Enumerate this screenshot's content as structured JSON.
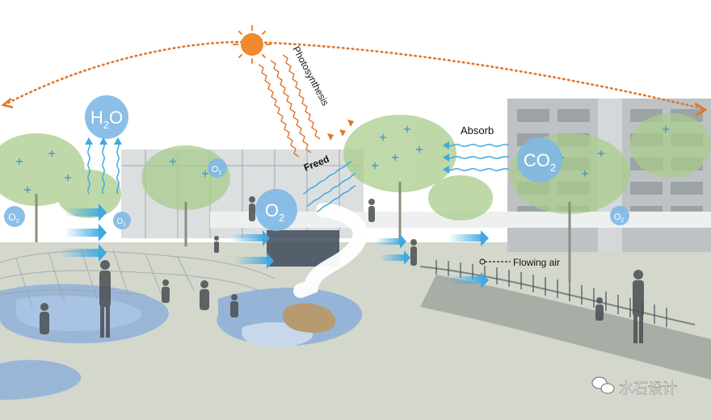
{
  "labels": {
    "photosynthesis": "Photosynthesis",
    "freed": "Freed",
    "absorb": "Absorb",
    "flowing_air": "Flowing air"
  },
  "molecules": {
    "water": {
      "base": "H",
      "sub": "2",
      "tail": "O"
    },
    "carbon_dioxide": {
      "base": "CO",
      "sub": "2"
    },
    "oxygen": {
      "base": "O",
      "sub": "2"
    }
  },
  "watermark": {
    "text": "水石设计"
  },
  "colors": {
    "sun": "#F08A2E",
    "sun_arc": "#E0762A",
    "air_arrow": "#3FA9E0",
    "molecule_bubble": "#7FB8E6",
    "water_pool": "#8FB0D8",
    "ground": "#D3D7CC",
    "tree": "#A9CC8C",
    "plus_mark": "#3B8FD0"
  },
  "icons": {
    "sun": "sun-icon",
    "wechat": "wechat-icon"
  }
}
